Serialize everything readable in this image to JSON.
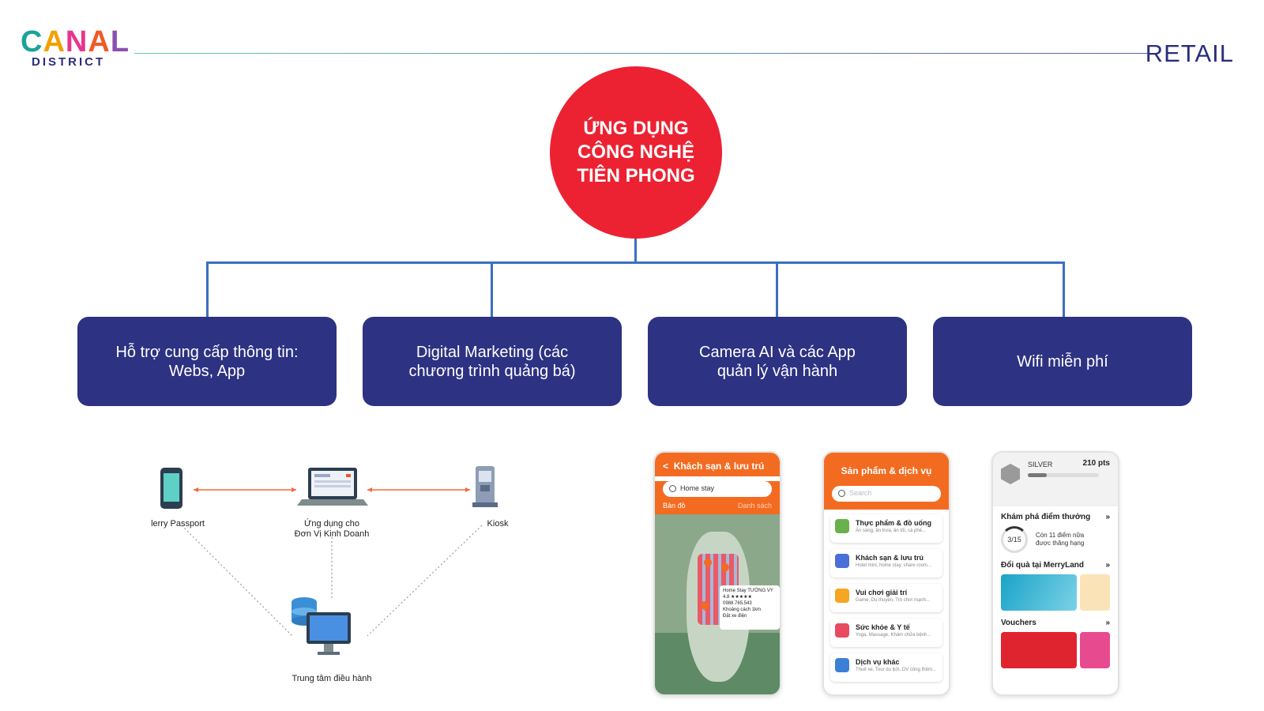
{
  "header": {
    "logo_letters": [
      "C",
      "A",
      "N",
      "A",
      "L"
    ],
    "logo_subtitle": "DISTRICT",
    "section": "RETAIL"
  },
  "center": {
    "title": "ỨNG DỤNG\nCÔNG NGHỆ\nTIÊN PHONG"
  },
  "categories": [
    {
      "label": "Hỗ trợ cung cấp thông tin:\nWebs, App"
    },
    {
      "label": "Digital Marketing (các\nchương trình quảng bá)"
    },
    {
      "label": "Camera AI và các App\nquản lý vận hành"
    },
    {
      "label": "Wifi miễn phí"
    }
  ],
  "network": {
    "nodes": [
      {
        "label": "lerry Passport",
        "icon": "smartphone-icon"
      },
      {
        "label": "Ứng dụng cho\nĐơn Vị Kinh Doanh",
        "icon": "laptop-icon"
      },
      {
        "label": "Kiosk",
        "icon": "kiosk-icon"
      },
      {
        "label": "Trung tâm điều hành",
        "icon": "database-monitor-icon"
      }
    ]
  },
  "phones": {
    "hotel": {
      "title": "Khách sạn & lưu trú",
      "back": "<",
      "search": "Home stay",
      "tab_map": "Bản đồ",
      "tab_list": "Danh sách",
      "popup": "Home Stay TƯỜNG VY\n4.8 ★★★★★\n0988.765.543\nKhoảng cách 1km\nĐặt xe điện"
    },
    "services": {
      "title": "Sản phẩm & dịch vụ",
      "search": "Search",
      "items": [
        {
          "title": "Thực phẩm & đồ uống",
          "sub": "Ăn sáng, ăn trưa, ăn tối, cà phê...",
          "color": "#6ab04c"
        },
        {
          "title": "Khách sạn & lưu trú",
          "sub": "Hotel mini, home stay, share room...",
          "color": "#4a6fd6"
        },
        {
          "title": "Vui chơi giải trí",
          "sub": "Game, Du thuyền, Trò chơi mạnh...",
          "color": "#f5a623"
        },
        {
          "title": "Sức khỏe & Y tế",
          "sub": "Yoga, Massage, Khám chữa bệnh...",
          "color": "#e84a5f"
        },
        {
          "title": "Dịch vụ khác",
          "sub": "Thuê xe, Tour du lịch, DV công thêm...",
          "color": "#3d7fd6"
        }
      ]
    },
    "rewards": {
      "tier": "SILVER",
      "points": "210 pts",
      "progress": 0.27,
      "explore_title": "Khám phá điểm thưởng",
      "ring_value": "3/15",
      "ring_text": "Còn 11 điểm nữa\nđược thăng hạng",
      "gift_title": "Đổi quà tại MerryLand",
      "vouchers_title": "Vouchers",
      "chevron": "»"
    }
  }
}
